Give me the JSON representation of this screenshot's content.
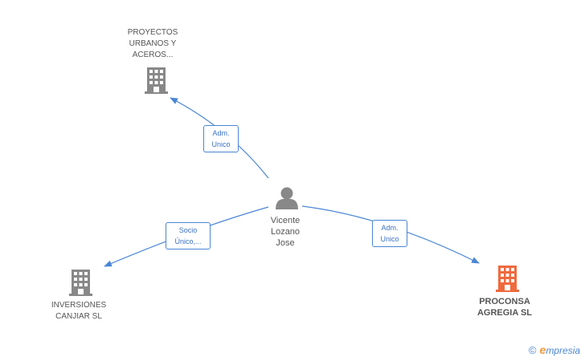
{
  "colors": {
    "edge": "#4a86d4",
    "building": "#888888",
    "building_main": "#f0693e",
    "person": "#888888"
  },
  "nodes": {
    "proyectos": {
      "lines": [
        "PROYECTOS",
        "URBANOS Y",
        "ACEROS..."
      ],
      "icon": "building-icon"
    },
    "vicente": {
      "lines": [
        "Vicente",
        "Lozano",
        "Jose"
      ],
      "icon": "person-icon"
    },
    "inversiones": {
      "lines": [
        "INVERSIONES",
        "CANJIAR SL"
      ],
      "icon": "building-icon"
    },
    "proconsa": {
      "lines": [
        "PROCONSA",
        "AGREGIA SL"
      ],
      "icon": "building-icon"
    }
  },
  "edges": {
    "to_proyectos": {
      "lines": [
        "Adm.",
        "Unico"
      ]
    },
    "to_inversiones": {
      "lines": [
        "Socio",
        "Único,..."
      ]
    },
    "to_proconsa": {
      "lines": [
        "Adm.",
        "Unico"
      ]
    }
  },
  "brand": {
    "copyright": "©",
    "initial": "e",
    "name": "mpresia"
  }
}
